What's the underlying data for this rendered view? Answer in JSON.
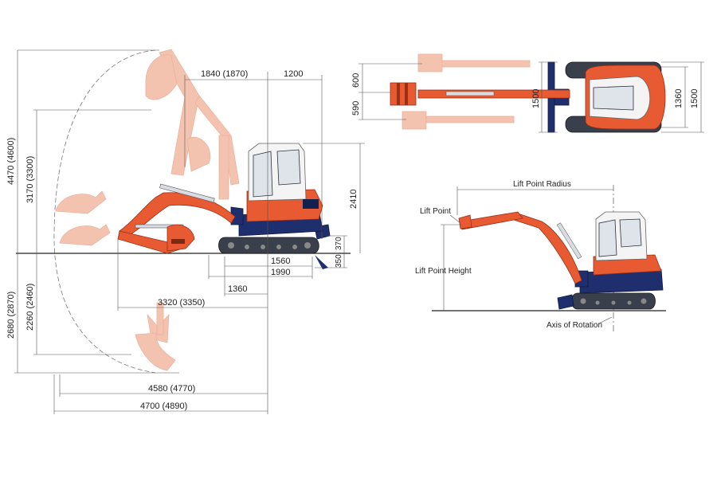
{
  "side_view": {
    "dims": {
      "top_reach_left": "1840 (1870)",
      "top_reach_right": "1200",
      "max_dig_height": "4470 (4600)",
      "max_dump_height": "3170 (3300)",
      "cab_height": "2410",
      "blade_lift": "370",
      "blade_depth": "350",
      "max_dig_depth": "2680 (2870)",
      "vertical_wall_depth": "2260 (2460)",
      "track_length": "1560",
      "overall_track": "1990",
      "tail_swing": "1360",
      "min_swing_radius": "3320 (3350)",
      "reach_ground": "4580 (4770)",
      "max_reach": "4700 (4890)"
    }
  },
  "top_view": {
    "dims": {
      "offset_left": "600",
      "offset_right": "590",
      "blade_width": "1500",
      "track_gauge": "1360",
      "overall_width": "1500"
    }
  },
  "lift_view": {
    "labels": {
      "radius": "Lift Point Radius",
      "point": "Lift Point",
      "height": "Lift Point Height",
      "axis": "Axis of Rotation"
    }
  },
  "colors": {
    "body": "#e85a32",
    "undercarriage": "#1f2f6e",
    "ghost": "#f3b9a3"
  }
}
